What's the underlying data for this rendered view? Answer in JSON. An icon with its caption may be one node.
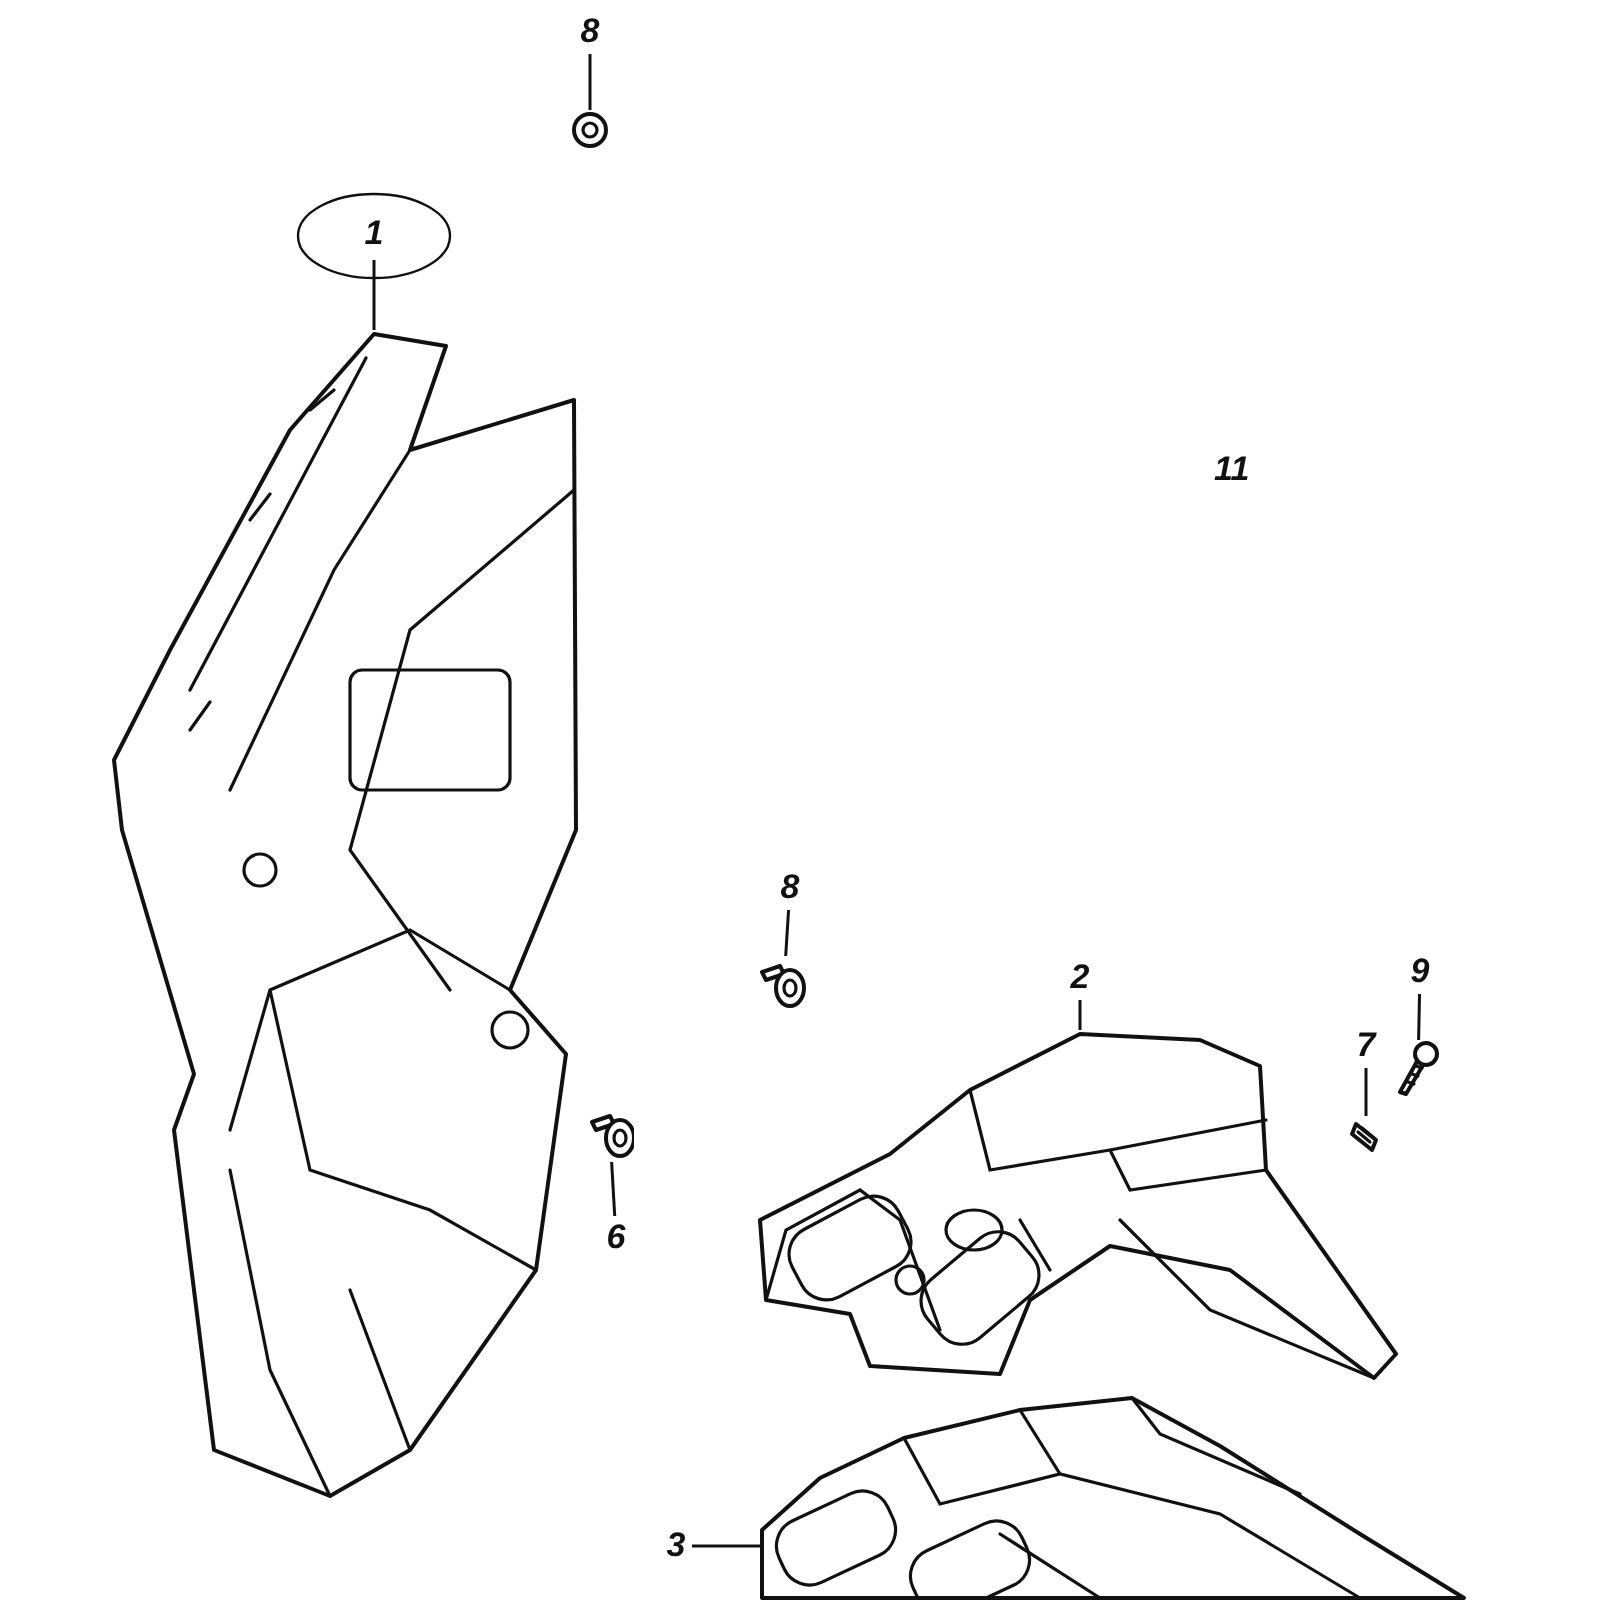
{
  "diagram": {
    "nodes": [
      {
        "text": [
          "1"
        ]
      },
      {
        "text": [],
        "shape": "picture"
      },
      {
        "text": [
          "8"
        ]
      },
      {
        "text": [],
        "shape": "picture"
      },
      {
        "text": [
          "8"
        ]
      },
      {
        "text": [],
        "shape": "picture"
      },
      {
        "text": [
          "2"
        ]
      },
      {
        "text": [],
        "shape": "picture"
      },
      {
        "text": [
          "9"
        ]
      },
      {
        "text": [],
        "shape": "picture"
      },
      {
        "text": [
          "7"
        ]
      },
      {
        "text": [],
        "shape": "picture"
      },
      {
        "text": [
          "6"
        ]
      },
      {
        "text": [],
        "shape": "picture"
      },
      {
        "text": [
          "3"
        ]
      },
      {
        "text": [],
        "shape": "picture"
      }
    ],
    "edges": [
      {
        "from": 0,
        "to": 1,
        "arrow": "none"
      },
      {
        "from": 2,
        "to": 3,
        "arrow": "none"
      },
      {
        "from": 4,
        "to": 5,
        "arrow": "none"
      },
      {
        "from": 6,
        "to": 7,
        "arrow": "none"
      },
      {
        "from": 8,
        "to": 9,
        "arrow": "none"
      },
      {
        "from": 10,
        "to": 11,
        "arrow": "none"
      },
      {
        "from": 12,
        "to": 13,
        "arrow": "none"
      },
      {
        "from": 14,
        "to": 15,
        "arrow": "none"
      }
    ],
    "labels": [
      "11"
    ]
  }
}
